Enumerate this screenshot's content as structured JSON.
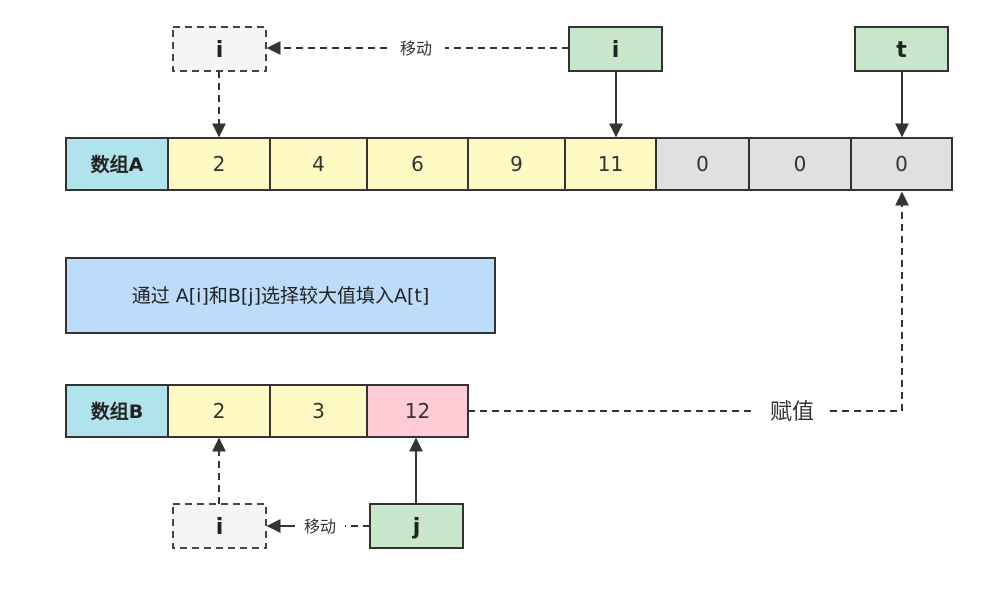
{
  "colors": {
    "label_fill": "#b0e3ec",
    "value_fill": "#fff9c4",
    "empty_fill": "#e0e0e0",
    "highlight_fill": "#ffccd5",
    "pointer_fill": "#c8e6c9",
    "ghost_fill": "#f5f5f5",
    "note_fill": "#bcdcf9",
    "stroke": "#333333"
  },
  "array_a": {
    "label": "数组A",
    "cells": [
      {
        "value": "2",
        "kind": "value"
      },
      {
        "value": "4",
        "kind": "value"
      },
      {
        "value": "6",
        "kind": "value"
      },
      {
        "value": "9",
        "kind": "value"
      },
      {
        "value": "11",
        "kind": "value"
      },
      {
        "value": "0",
        "kind": "empty"
      },
      {
        "value": "0",
        "kind": "empty"
      },
      {
        "value": "0",
        "kind": "empty"
      }
    ]
  },
  "array_b": {
    "label": "数组B",
    "cells": [
      {
        "value": "2",
        "kind": "value"
      },
      {
        "value": "3",
        "kind": "value"
      },
      {
        "value": "12",
        "kind": "highlight"
      }
    ]
  },
  "pointers": {
    "a_ghost_i": "i",
    "a_i": "i",
    "a_t": "t",
    "b_ghost_i": "i",
    "b_j": "j"
  },
  "edge_labels": {
    "move_a": "移动",
    "move_b": "移动",
    "assign": "赋值"
  },
  "note": {
    "text": "通过 A[i]和B[j]选择较大值填入A[t]"
  }
}
